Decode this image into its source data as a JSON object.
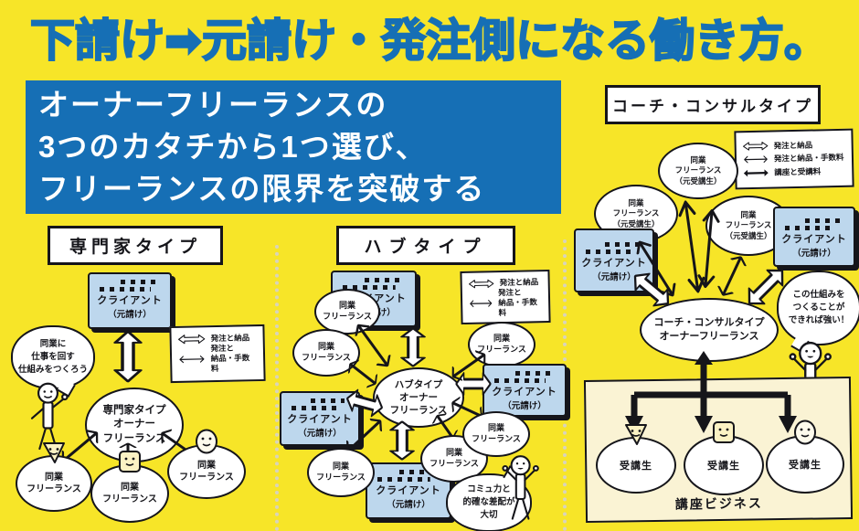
{
  "title": "下請け➡元請け・発注側になる働き方。",
  "intro": "オーナーフリーランスの\n3つのカタチから1つ選び、\nフリーランスの限界を突破する",
  "colors": {
    "background": "#F7E528",
    "blue": "#166FB5",
    "building_fill": "#BDD7ED",
    "panel_cream": "#FAF3D4",
    "ink": "#15151A"
  },
  "legend": {
    "order_delivery": "発注と納品",
    "order_delivery_fee": "発注と納品・手数料",
    "order_delivery_fee_2l": "発注と\n納品・手数料",
    "course_fee": "講座と受講料"
  },
  "common": {
    "client": "クライアント",
    "client_sub": "（元請け）",
    "peer": "同業\nフリーランス",
    "peer_grad": "同業\nフリーランス\n（元受講生）"
  },
  "specialist": {
    "header": "専門家タイプ",
    "owner": "専門家タイプ\nオーナー\nフリーランス",
    "speech": "同業に\n仕事を回す\n仕組みをつくろう"
  },
  "hub": {
    "header": "ハブタイプ",
    "owner": "ハブタイプ\nオーナー\nフリーランス",
    "speech": "コミュ力と\n的確な差配が\n大切"
  },
  "coach": {
    "header": "コーチ・コンサルタイプ",
    "owner": "コーチ・コンサルタイプ\nオーナーフリーランス",
    "speech": "この仕組みを\nつくることが\nできれば強い！",
    "student": "受講生",
    "course_business": "講座ビジネス"
  }
}
